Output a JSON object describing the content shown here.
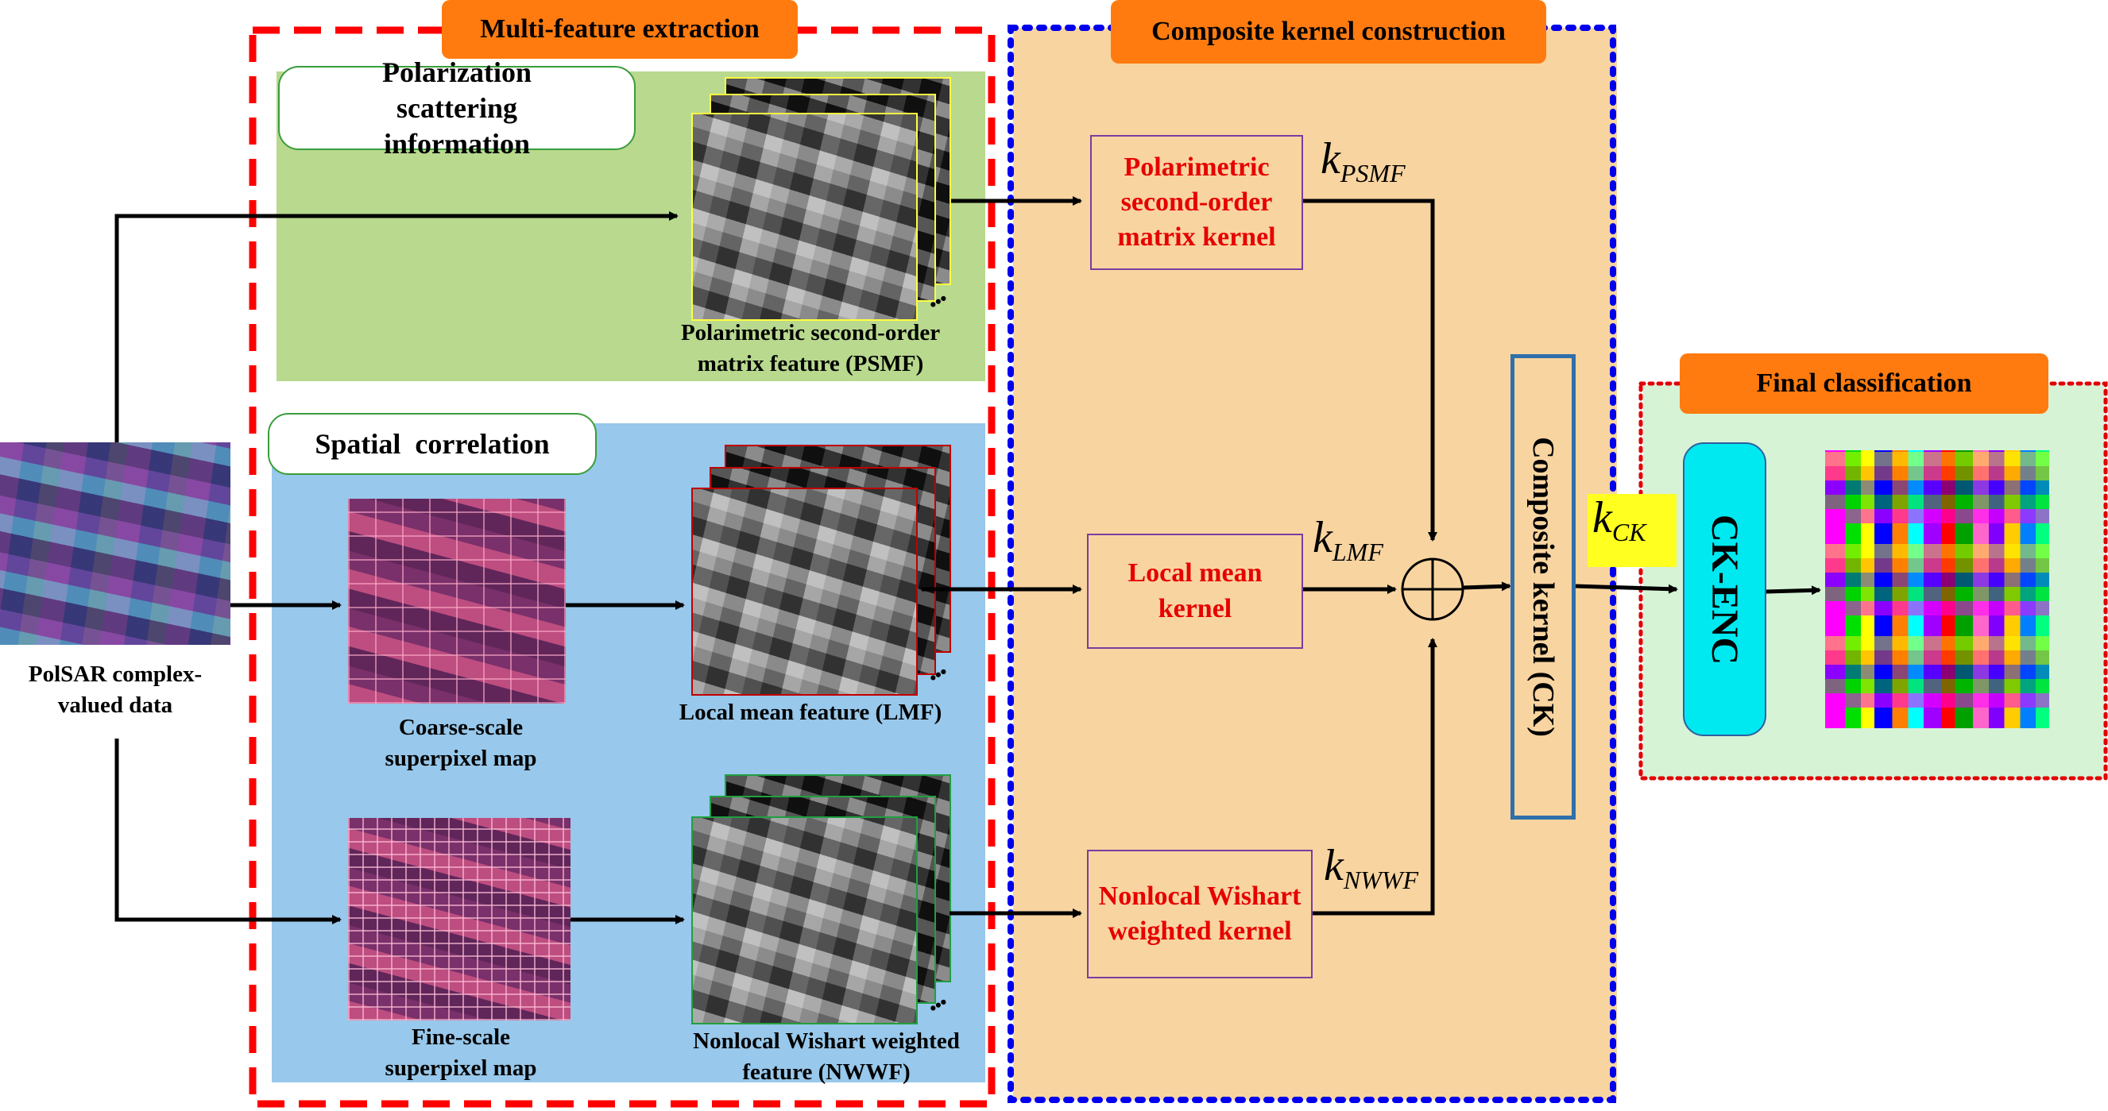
{
  "sections": {
    "multi_feature": "Multi-feature extraction",
    "composite": "Composite kernel construction",
    "final": "Final classification"
  },
  "groups": {
    "polarization": "Polarization scattering information",
    "spatial": "Spatial  correlation"
  },
  "input": {
    "caption": "PolSAR complex-valued data"
  },
  "features": {
    "psmf": "Polarimetric second-order matrix feature (PSMF)",
    "coarse": "Coarse-scale superpixel map",
    "fine": "Fine-scale superpixel map",
    "lmf": "Local mean feature (LMF)",
    "nwwf": "Nonlocal Wishart weighted feature (NWWF)",
    "dots": "..."
  },
  "kernels": {
    "psmk": "Polarimetric second-order matrix kernel",
    "lmk": "Local mean kernel",
    "nwwk": "Nonlocal Wishart weighted kernel",
    "ck": "Composite kernel (CK)",
    "ckenc": "CK-ENC"
  },
  "symbols": {
    "k": "k",
    "psmf_sub": "PSMF",
    "lmf_sub": "LMF",
    "nwwf_sub": "NWWF",
    "ck_sub": "CK"
  },
  "colors": {
    "extraction_border": "#ff0000",
    "composite_border": "#0000ee",
    "final_border": "#e00000",
    "title_tab": "#ff7b0f",
    "kernel_text": "#e60000",
    "ck_enc": "#00e8f0",
    "kck_highlight": "#ffff20"
  }
}
